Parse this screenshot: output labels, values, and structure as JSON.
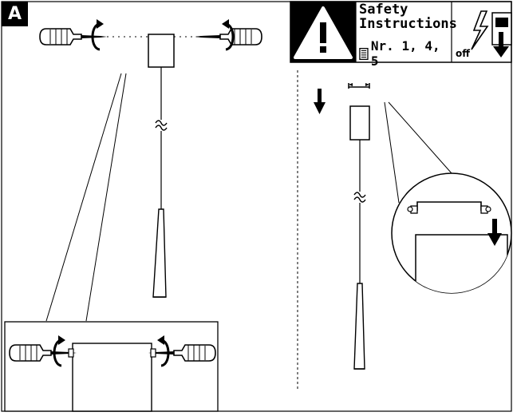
{
  "step": {
    "label": "A"
  },
  "safety": {
    "title_line1": "Safety",
    "title_line2": "Instructions",
    "reference": "Nr. 1, 4, 5",
    "warning_icon": "warning-triangle-icon",
    "manual_icon": "manual-page-icon",
    "power_icon": "power-disconnect-icon",
    "power_state": "off"
  },
  "icons": {
    "screwdriver": "screwdriver-icon",
    "rotate": "rotate-arrow-icon",
    "down_arrow": "down-arrow-icon",
    "cable_break": "cable-break-icon"
  },
  "colors": {
    "ink": "#000000",
    "paper": "#ffffff"
  }
}
